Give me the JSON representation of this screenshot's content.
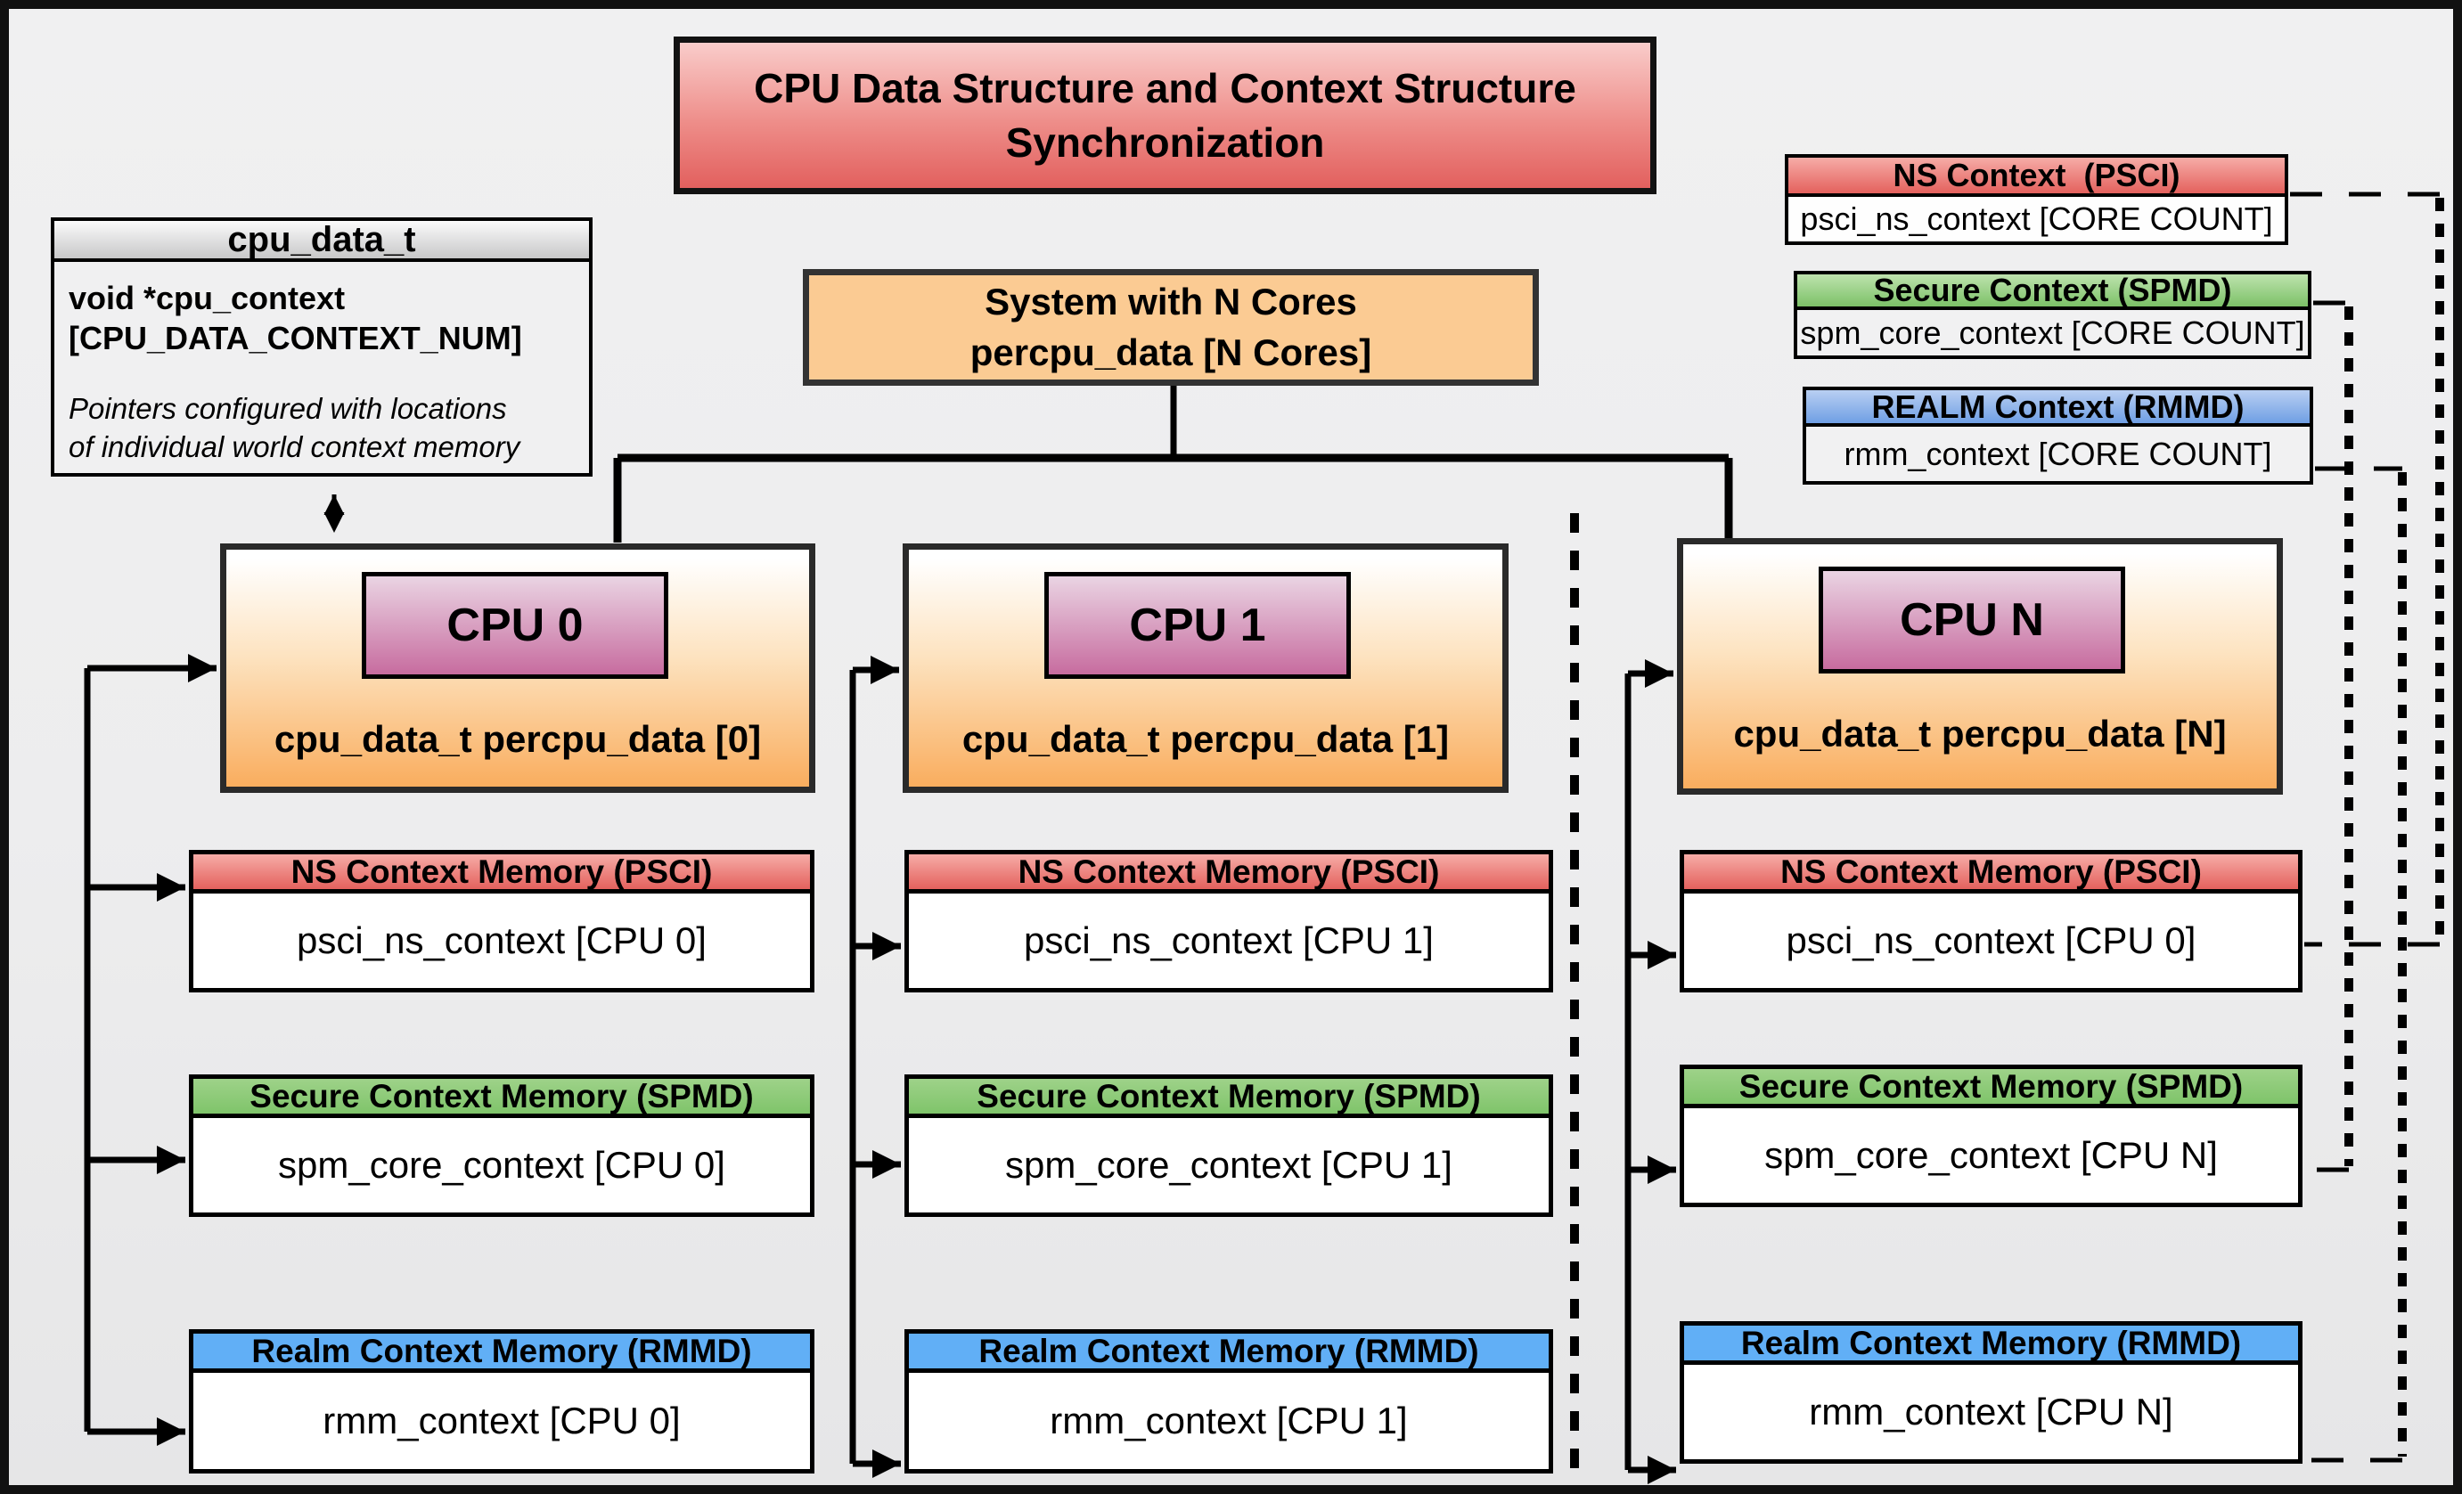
{
  "title": {
    "line1": "CPU Data Structure and Context Structure",
    "line2": "Synchronization"
  },
  "cpu_data_struct": {
    "header": "cpu_data_t",
    "field_line1": "void *cpu_context",
    "field_line2": "[CPU_DATA_CONTEXT_NUM]",
    "note_line1": "Pointers configured with locations",
    "note_line2": "of individual world context memory"
  },
  "system_box": {
    "line1": "System with N Cores",
    "line2": "percpu_data [N Cores]"
  },
  "legend": {
    "ns": {
      "title": "NS Context  (PSCI)",
      "value": "psci_ns_context [CORE COUNT]"
    },
    "secure": {
      "title": "Secure Context (SPMD)",
      "value": "spm_core_context [CORE COUNT]"
    },
    "realm": {
      "title": "REALM Context (RMMD)",
      "value": "rmm_context [CORE COUNT]"
    }
  },
  "context_headers": {
    "ns": "NS Context Memory (PSCI)",
    "secure": "Secure Context Memory (SPMD)",
    "realm": "Realm Context Memory (RMMD)"
  },
  "cpus": [
    {
      "label": "CPU 0",
      "caption": "cpu_data_t percpu_data [0]",
      "ns": "psci_ns_context [CPU 0]",
      "secure": "spm_core_context [CPU 0]",
      "realm": "rmm_context [CPU 0]"
    },
    {
      "label": "CPU 1",
      "caption": "cpu_data_t percpu_data [1]",
      "ns": "psci_ns_context [CPU 1]",
      "secure": "spm_core_context [CPU 1]",
      "realm": "rmm_context [CPU 1]"
    },
    {
      "label": "CPU N",
      "caption": "cpu_data_t percpu_data [N]",
      "ns": "psci_ns_context [CPU 0]",
      "secure": "spm_core_context [CPU N]",
      "realm": "rmm_context [CPU N]"
    }
  ],
  "colors": {
    "title_fill": "#E2605E",
    "ns_header": "#E4615D",
    "secure_header": "#7FC46A",
    "realm_header": "#61AFF6",
    "system_fill": "#FBCB93",
    "cpu_fill": "#F9AD5E",
    "cpu_label_fill": "#C76C9F"
  }
}
